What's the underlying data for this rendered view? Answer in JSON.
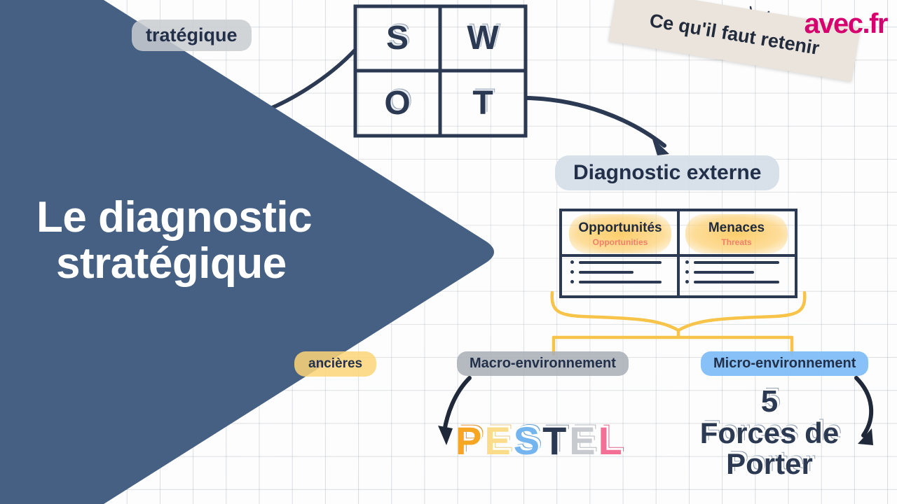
{
  "brand": {
    "logo": "avec.fr",
    "logo_color": "#d6006e"
  },
  "hero": {
    "title_line1": "Le diagnostic",
    "title_line2": "stratégique",
    "panel_color": "#466084",
    "text_color": "#ffffff"
  },
  "swot": {
    "cells": [
      "S",
      "W",
      "O",
      "T"
    ],
    "ink_color": "#2b3a52"
  },
  "sticky_note": {
    "text": "Ce qu'il faut retenir",
    "bg": "#eae4dc"
  },
  "labels": {
    "diagnostic_strategique": "tratégique",
    "diagnostic_externe": "Diagnostic externe",
    "financieres": "ancières",
    "macro": "Macro-environnement",
    "micro": "Micro-environnement"
  },
  "ot_table": {
    "columns": [
      {
        "fr": "Opportunités",
        "en": "Opportunities",
        "bullets": [
          118,
          78,
          118
        ]
      },
      {
        "fr": "Menaces",
        "en": "Threats",
        "bullets": [
          122,
          86,
          122
        ]
      }
    ],
    "highlight_color": "#fdcb64",
    "en_color": "#f0806a"
  },
  "pestel": {
    "letters": [
      {
        "ch": "P",
        "color": "#f6a623"
      },
      {
        "ch": "E",
        "color": "#fbdc8a"
      },
      {
        "ch": "S",
        "color": "#74b4ef"
      },
      {
        "ch": "T",
        "color": "#2b3a52"
      },
      {
        "ch": "E",
        "color": "#c7cace"
      },
      {
        "ch": "L",
        "color": "#f36f95"
      }
    ]
  },
  "porter": {
    "number": "5",
    "line1": "Forces de",
    "line2": "Porter"
  },
  "accents": {
    "brace_yellow": "#f7c349",
    "highlight_blue": "#7ebcf7",
    "highlight_gray": "#a8aeb6"
  }
}
